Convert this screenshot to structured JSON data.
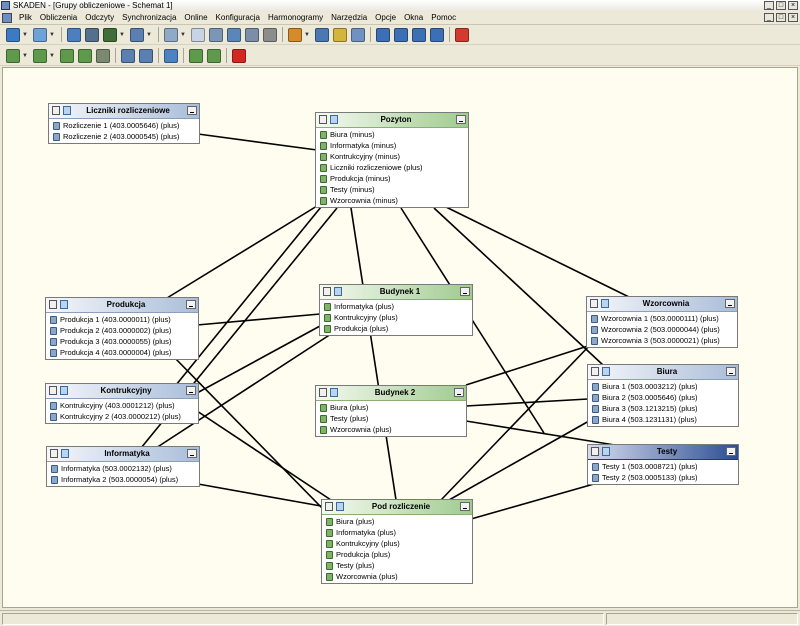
{
  "window": {
    "title": "SKADEN - [Grupy obliczeniowe - Schemat 1]",
    "minimize_glyph": "_",
    "maximize_glyph": "□",
    "close_glyph": "×"
  },
  "menu": {
    "items": [
      "Plik",
      "Obliczenia",
      "Odczyty",
      "Synchronizacja",
      "Online",
      "Konfiguracja",
      "Harmonogramy",
      "Narzędzia",
      "Opcje",
      "Okna",
      "Pomoc"
    ]
  },
  "toolbar1": {
    "icons": [
      {
        "name": "open-folder-icon",
        "color": "#3c7bc4",
        "drop": true
      },
      {
        "name": "refresh-icon",
        "color": "#6fa2d8",
        "drop": true
      },
      {
        "name": "save-icon",
        "color": "#4d7fc0",
        "drop": false
      },
      {
        "name": "online-icon",
        "color": "#55708f",
        "drop": false
      },
      {
        "name": "export-icon",
        "color": "#3f6e3a",
        "drop": true
      },
      {
        "name": "barcode-icon",
        "color": "#5a7fb0",
        "drop": true
      },
      {
        "name": "import-icon",
        "color": "#8fa9c6",
        "drop": true
      },
      {
        "name": "document-icon",
        "color": "#c8d4e4",
        "drop": false
      },
      {
        "name": "tools-icon",
        "color": "#7c96b6",
        "drop": false
      },
      {
        "name": "reports-icon",
        "color": "#5b86b8",
        "drop": false
      },
      {
        "name": "print-icon",
        "color": "#7a8ea8",
        "drop": false
      },
      {
        "name": "wrench-icon",
        "color": "#8c8c8c",
        "drop": false
      },
      {
        "name": "calendar-icon",
        "color": "#d58a2b",
        "drop": true
      },
      {
        "name": "book-icon",
        "color": "#4b78b2",
        "drop": false
      },
      {
        "name": "settings-icon",
        "color": "#d4b53b",
        "drop": false
      },
      {
        "name": "checklist-icon",
        "color": "#6f92c0",
        "drop": false
      },
      {
        "name": "window-single-icon",
        "color": "#3d6fb6",
        "drop": false
      },
      {
        "name": "window-horizontal-icon",
        "color": "#3d6fb6",
        "drop": false
      },
      {
        "name": "window-vertical-icon",
        "color": "#3d6fb6",
        "drop": false
      },
      {
        "name": "window-cascade-icon",
        "color": "#3d6fb6",
        "drop": false
      },
      {
        "name": "power-icon",
        "color": "#d13a2c",
        "drop": false
      }
    ]
  },
  "toolbar2": {
    "icons": [
      {
        "name": "add-group-icon",
        "color": "#5f9a4c",
        "drop": true
      },
      {
        "name": "add-subgroup-icon",
        "color": "#5f9a4c",
        "drop": true
      },
      {
        "name": "move-group-icon",
        "color": "#5f9a4c",
        "drop": false
      },
      {
        "name": "group-link-icon",
        "color": "#5f9a4c",
        "drop": false
      },
      {
        "name": "group-tools-icon",
        "color": "#7a8a70",
        "drop": false
      },
      {
        "name": "connect-icon",
        "color": "#5a7fb0",
        "drop": false
      },
      {
        "name": "disconnect-icon",
        "color": "#5a7fb0",
        "drop": false
      },
      {
        "name": "network-icon",
        "color": "#4d82c2",
        "drop": false
      },
      {
        "name": "group-check-icon",
        "color": "#5f9a4c",
        "drop": false
      },
      {
        "name": "group-save-icon",
        "color": "#5f9a4c",
        "drop": false
      },
      {
        "name": "delete-icon",
        "color": "#d3281f",
        "drop": false
      }
    ]
  },
  "nodes": {
    "liczniki": {
      "title": "Liczniki rozliczeniowe",
      "style": "blue",
      "rows": [
        {
          "text": "Rozliczenie 1 (403.0005646) (plus)",
          "icon": "calc"
        },
        {
          "text": "Rozliczenie 2 (403.0000545) (plus)",
          "icon": "calc"
        }
      ]
    },
    "pozyton": {
      "title": "Pozyton",
      "style": "green",
      "rows": [
        {
          "text": "Biura (minus)",
          "icon": "group"
        },
        {
          "text": "Informatyka (minus)",
          "icon": "group"
        },
        {
          "text": "Kontrukcyjny (minus)",
          "icon": "group"
        },
        {
          "text": "Liczniki rozliczeniowe (plus)",
          "icon": "group"
        },
        {
          "text": "Produkcja (minus)",
          "icon": "group"
        },
        {
          "text": "Testy (minus)",
          "icon": "group"
        },
        {
          "text": "Wzorcownia (minus)",
          "icon": "group"
        }
      ]
    },
    "produkcja": {
      "title": "Produkcja",
      "style": "blue",
      "rows": [
        {
          "text": "Produkcja 1 (403.0000011) (plus)",
          "icon": "calc"
        },
        {
          "text": "Produkcja 2 (403.0000002) (plus)",
          "icon": "calc"
        },
        {
          "text": "Produkcja 3 (403.0000055) (plus)",
          "icon": "calc"
        },
        {
          "text": "Produkcja 4 (403.0000004) (plus)",
          "icon": "calc"
        }
      ]
    },
    "budynek1": {
      "title": "Budynek 1",
      "style": "green",
      "rows": [
        {
          "text": "Informatyka (plus)",
          "icon": "group"
        },
        {
          "text": "Kontrukcyjny (plus)",
          "icon": "group"
        },
        {
          "text": "Produkcja (plus)",
          "icon": "group"
        }
      ]
    },
    "wzorcownia": {
      "title": "Wzorcownia",
      "style": "blue",
      "rows": [
        {
          "text": "Wzorcownia 1 (503.0000111) (plus)",
          "icon": "calc"
        },
        {
          "text": "Wzorcownia 2 (503.0000044) (plus)",
          "icon": "calc"
        },
        {
          "text": "Wzorcownia 3 (503.0000021) (plus)",
          "icon": "calc"
        }
      ]
    },
    "kontrukcyjny": {
      "title": "Kontrukcyjny",
      "style": "blue",
      "rows": [
        {
          "text": "Kontrukcyjny (403.0001212) (plus)",
          "icon": "calc"
        },
        {
          "text": "Kontrukcyjny 2 (403.0000212) (plus)",
          "icon": "calc"
        }
      ]
    },
    "budynek2": {
      "title": "Budynek 2",
      "style": "green",
      "rows": [
        {
          "text": "Biura (plus)",
          "icon": "group"
        },
        {
          "text": "Testy (plus)",
          "icon": "group"
        },
        {
          "text": "Wzorcownia (plus)",
          "icon": "group"
        }
      ]
    },
    "biura": {
      "title": "Biura",
      "style": "blue",
      "rows": [
        {
          "text": "Biura 1 (503.0003212) (plus)",
          "icon": "calc"
        },
        {
          "text": "Biura 2 (503.0005646) (plus)",
          "icon": "calc"
        },
        {
          "text": "Biura 3 (503.1213215) (plus)",
          "icon": "calc"
        },
        {
          "text": "Biura 4 (503.1231131) (plus)",
          "icon": "calc"
        }
      ]
    },
    "testy": {
      "title": "Testy",
      "style": "dark",
      "rows": [
        {
          "text": "Testy 1 (503.0008721) (plus)",
          "icon": "calc"
        },
        {
          "text": "Testy 2 (503.0005133) (plus)",
          "icon": "calc"
        }
      ]
    },
    "informatyka": {
      "title": "Informatyka",
      "style": "blue",
      "rows": [
        {
          "text": "Informatyka (503.0002132) (plus)",
          "icon": "calc"
        },
        {
          "text": "Informatyka 2 (503.0000054) (plus)",
          "icon": "calc"
        }
      ]
    },
    "podrozliczenie": {
      "title": "Pod rozliczenie",
      "style": "green",
      "rows": [
        {
          "text": "Biura (plus)",
          "icon": "group"
        },
        {
          "text": "Informatyka (plus)",
          "icon": "group"
        },
        {
          "text": "Kontrukcyjny (plus)",
          "icon": "group"
        },
        {
          "text": "Produkcja (plus)",
          "icon": "group"
        },
        {
          "text": "Testy (plus)",
          "icon": "group"
        },
        {
          "text": "Wzorcownia (plus)",
          "icon": "group"
        }
      ]
    }
  }
}
